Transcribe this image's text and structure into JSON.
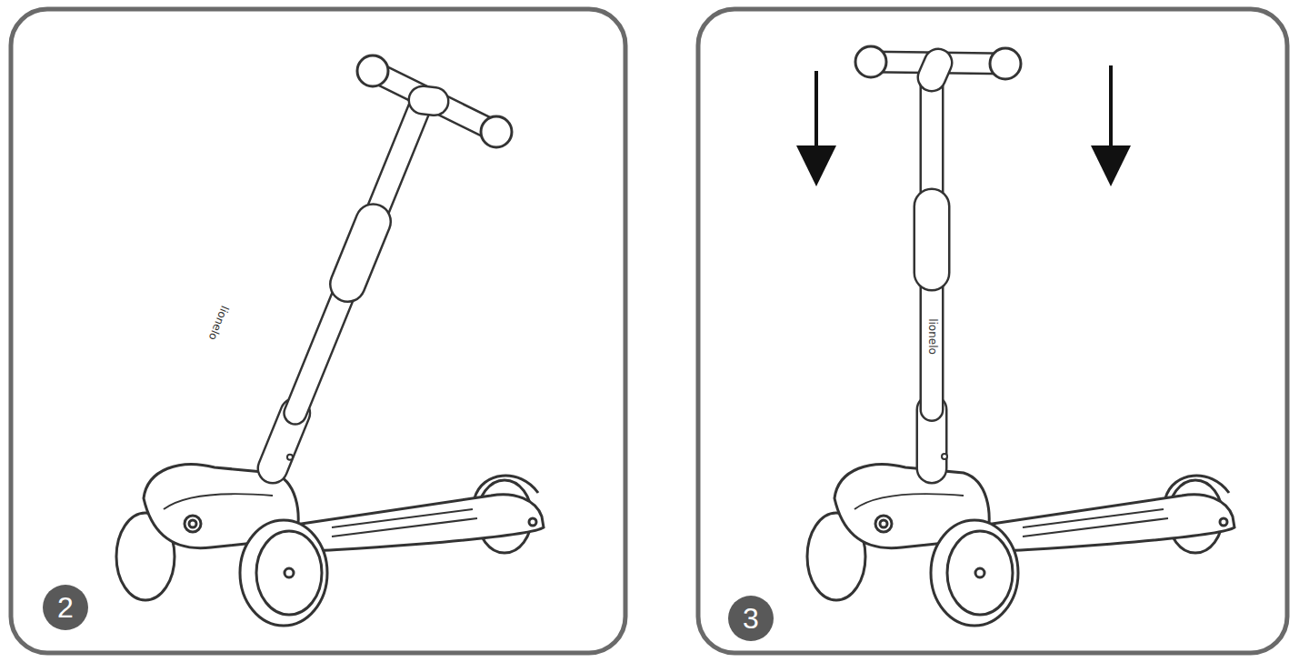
{
  "diagram": {
    "nodes": [
      {
        "text": [
          "2"
        ]
      },
      {
        "text": [
          "3"
        ]
      }
    ],
    "labels": [
      "lionelo",
      "lionelo"
    ]
  }
}
